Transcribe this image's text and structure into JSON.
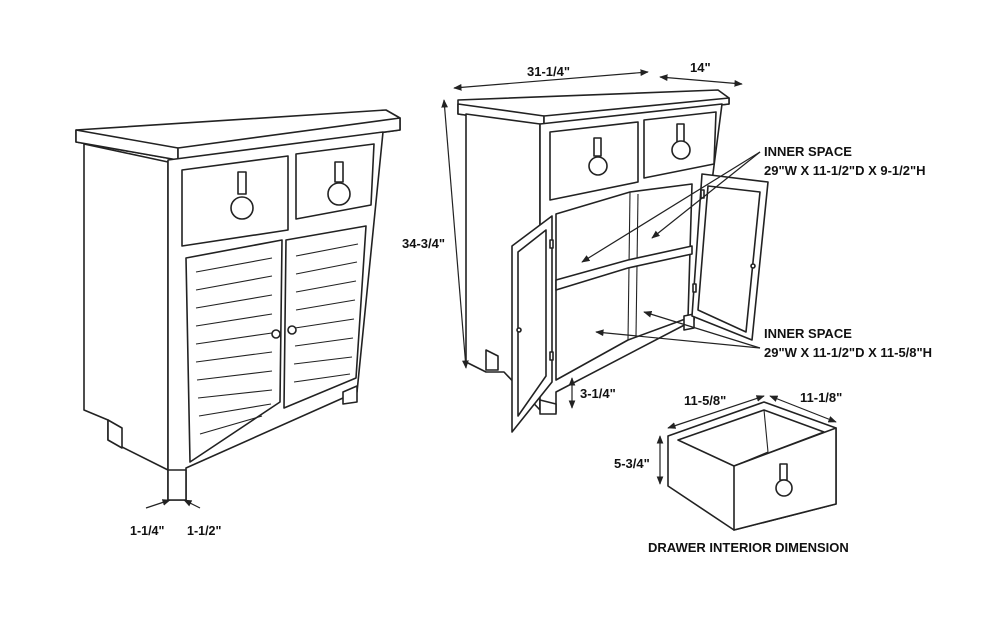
{
  "dimensions": {
    "width": "31-1/4\"",
    "depth": "14\"",
    "height": "34-3/4\"",
    "leg_height": "3-1/4\"",
    "leg_side_a": "1-1/4\"",
    "leg_side_b": "1-1/2\"",
    "drawer_depth": "11-5/8\"",
    "drawer_width": "11-1/8\"",
    "drawer_height": "5-3/4\""
  },
  "inner_space_top": {
    "title": "INNER SPACE",
    "size": "29\"W X 11-1/2\"D X 9-1/2\"H"
  },
  "inner_space_bottom": {
    "title": "INNER SPACE",
    "size": "29\"W X 11-1/2\"D X 11-5/8\"H"
  },
  "drawer_caption": "DRAWER INTERIOR DIMENSION"
}
